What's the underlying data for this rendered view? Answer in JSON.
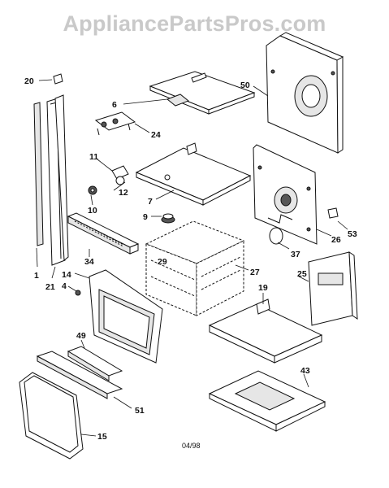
{
  "watermark": "AppliancePartsPros.com",
  "date_code": "04/98",
  "callouts": {
    "c20": "20",
    "c6": "6",
    "c50": "50",
    "c24": "24",
    "c11": "11",
    "c12": "12",
    "c10": "10",
    "c7": "7",
    "c9": "9",
    "c26": "26",
    "c53": "53",
    "c37": "37",
    "c34": "34",
    "c29": "29",
    "c27": "27",
    "c1": "1",
    "c21": "21",
    "c14": "14",
    "c4": "4",
    "c25": "25",
    "c19": "19",
    "c49": "49",
    "c43": "43",
    "c51": "51",
    "c15": "15"
  }
}
